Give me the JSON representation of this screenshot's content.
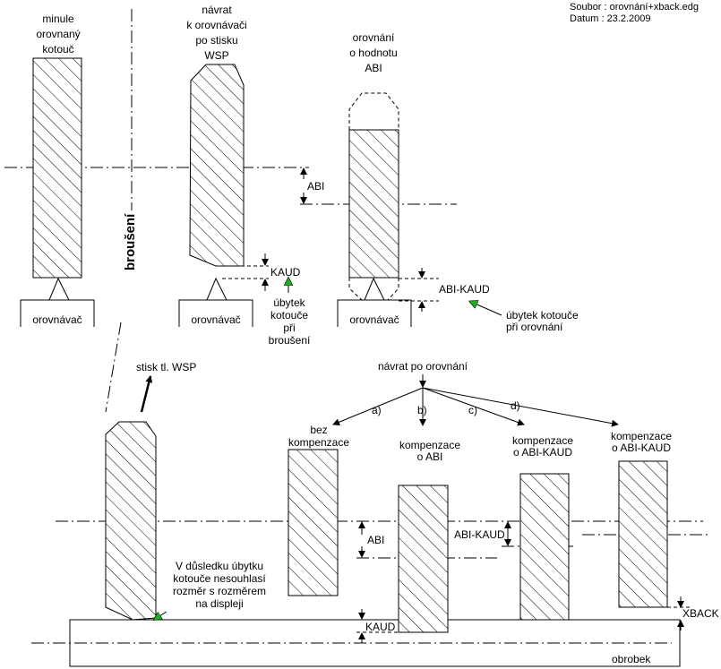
{
  "file_info": {
    "soubor": "Soubor : orovnání+xback.edg",
    "datum": "Datum :  23.2.2009"
  },
  "top": {
    "col1_title": [
      "minule",
      "orovnaný",
      "kotouč"
    ],
    "col2_title": [
      "návrat",
      "k orovnávači",
      "po stisku",
      "WSP"
    ],
    "col3_title": [
      "orovnání",
      "o hodnotu",
      "ABI"
    ],
    "brouseni": "broušení",
    "abi": "ABI",
    "kaud": "KAUD",
    "abi_kaud": "ABI-KAUD",
    "orovnavac": "orovnávač",
    "loss_grinding": [
      "úbytek",
      "kotouče",
      "při",
      "broušení"
    ],
    "loss_dressing": [
      "úbytek kotouče",
      "při orovnání"
    ],
    "accent_color": "#22aa22"
  },
  "bottom": {
    "stisk": "stisk tl. WSP",
    "navrat": "návrat po orovnání",
    "branch_a": "a)",
    "branch_b": "b)",
    "branch_c": "c)",
    "branch_d": "d)",
    "bez": [
      "bez",
      "kompenzace"
    ],
    "komp_abi": [
      "kompenzace",
      "o ABI"
    ],
    "komp_abikaud_c": [
      "kompenzace",
      "o ABI-KAUD"
    ],
    "komp_abikaud_d": [
      "kompenzace",
      "o ABI-KAUD"
    ],
    "note": [
      "V důsledku úbytku",
      "kotouče nesouhlasí",
      "rozměr s rozměrem",
      "na displeji"
    ],
    "abi": "ABI",
    "abi_kaud": "ABI-KAUD",
    "kaud": "KAUD",
    "xback": "XBACK",
    "obrobek": "obrobek"
  }
}
